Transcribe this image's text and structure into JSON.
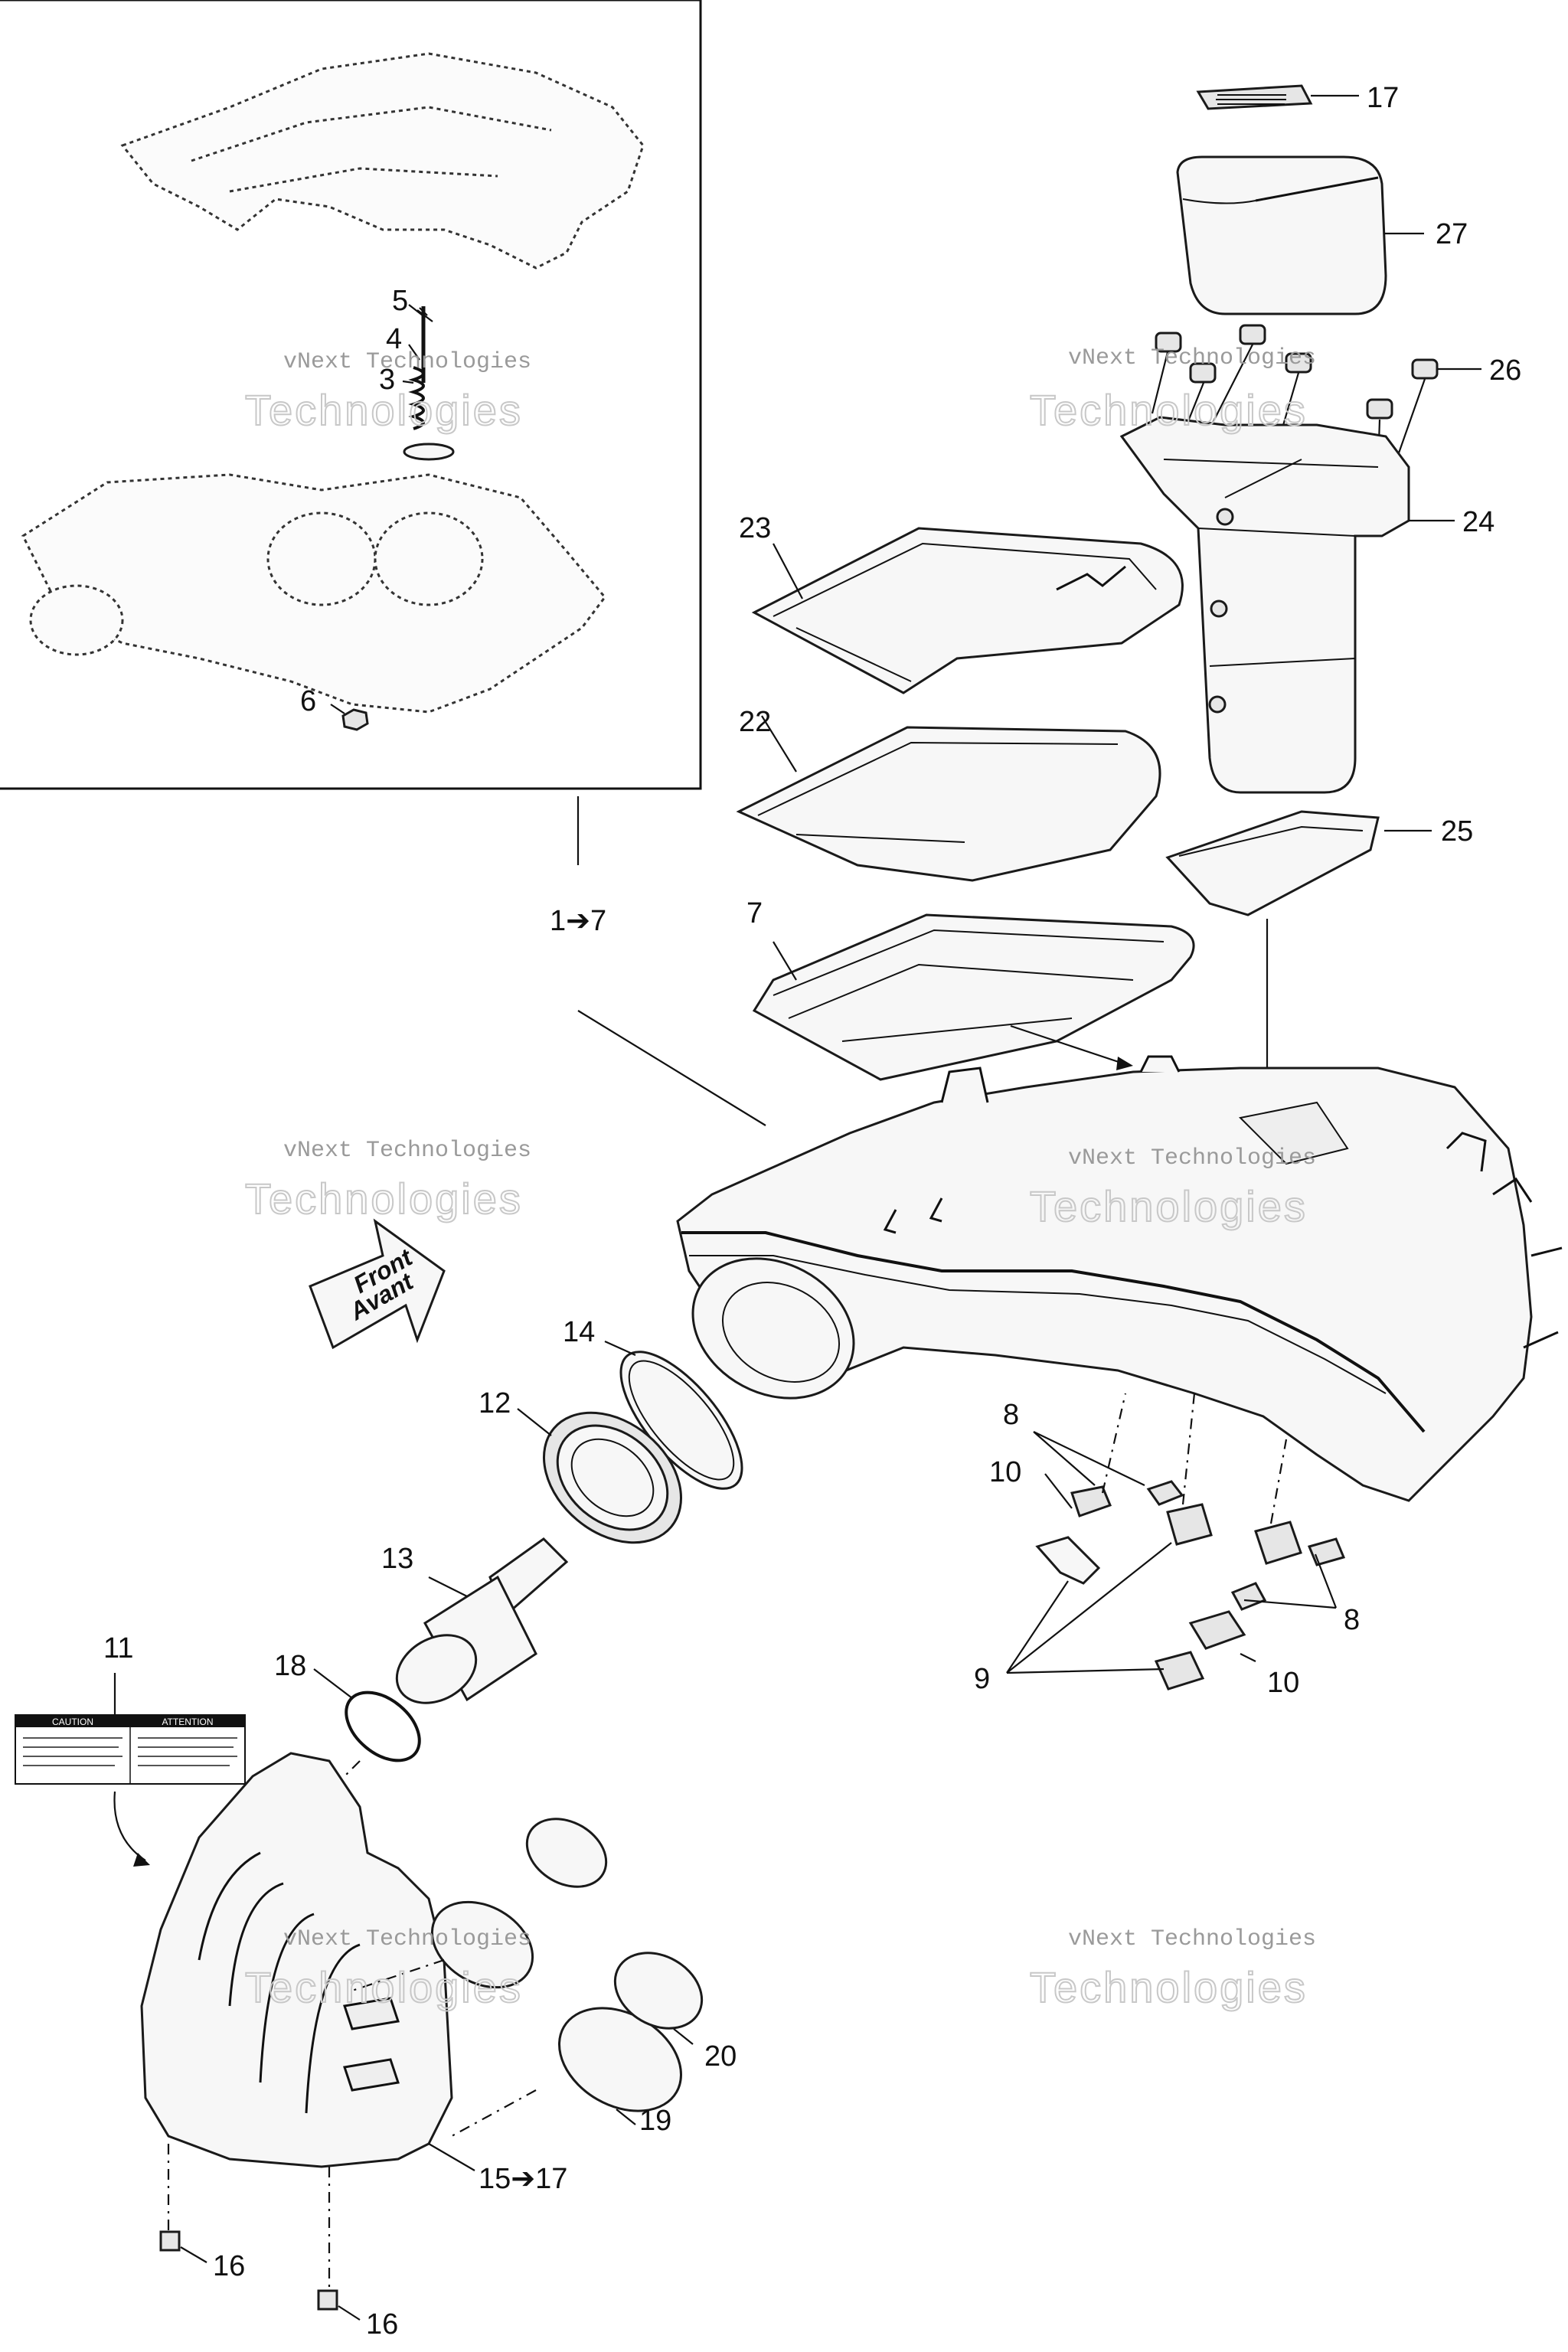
{
  "callouts": [
    {
      "id": "c1",
      "label": "17"
    },
    {
      "id": "c2",
      "label": "27"
    },
    {
      "id": "c3",
      "label": "26"
    },
    {
      "id": "c4",
      "label": "24"
    },
    {
      "id": "c5",
      "label": "23"
    },
    {
      "id": "c6",
      "label": "22"
    },
    {
      "id": "c7",
      "label": "25"
    },
    {
      "id": "c8",
      "label": "7"
    },
    {
      "id": "c9",
      "label": "1➔7"
    },
    {
      "id": "c10",
      "label": "5"
    },
    {
      "id": "c11",
      "label": "4"
    },
    {
      "id": "c12",
      "label": "3"
    },
    {
      "id": "c13",
      "label": "6"
    },
    {
      "id": "c14",
      "label": "14"
    },
    {
      "id": "c15",
      "label": "12"
    },
    {
      "id": "c16",
      "label": "13"
    },
    {
      "id": "c17",
      "label": "8"
    },
    {
      "id": "c18",
      "label": "10"
    },
    {
      "id": "c19",
      "label": "8"
    },
    {
      "id": "c20",
      "label": "9"
    },
    {
      "id": "c21",
      "label": "10"
    },
    {
      "id": "c22",
      "label": "11"
    },
    {
      "id": "c23",
      "label": "18"
    },
    {
      "id": "c24",
      "label": "20"
    },
    {
      "id": "c25",
      "label": "19"
    },
    {
      "id": "c26",
      "label": "15➔17"
    },
    {
      "id": "c27",
      "label": "16"
    },
    {
      "id": "c28",
      "label": "16"
    }
  ],
  "front_arrow": {
    "line1": "Front",
    "line2": "Avant"
  },
  "label_sticker": {
    "left_title": "CAUTION",
    "right_title": "ATTENTION"
  },
  "watermark": {
    "line1": "vNext Technologies",
    "line2": "Technologies"
  },
  "colors": {
    "ink": "#1a1a1a",
    "watermark": "#b5b5b5",
    "background": "#ffffff"
  }
}
